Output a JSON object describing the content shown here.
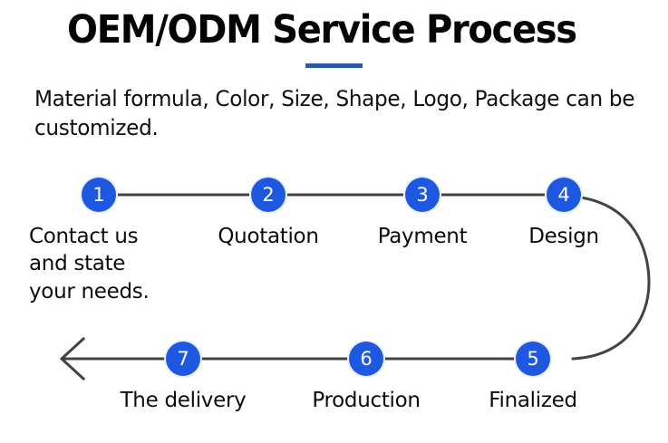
{
  "header": {
    "title": "OEM/ODM Service Process",
    "subtitle": "Material formula, Color, Size, Shape, Logo, Package can be customized.",
    "accent_color": "#2d5aa6"
  },
  "theme": {
    "node_color": "#1f58e0",
    "node_text_color": "#ffffff",
    "connector_color": "#434343",
    "background": "#ffffff",
    "text_color": "#0b0b0b"
  },
  "flow": {
    "direction_note": "left-to-right on top row, wraps right-side down, then right-to-left on bottom row ending with arrow",
    "steps": [
      {
        "number": "1",
        "label": "Contact us\nand state\nyour needs."
      },
      {
        "number": "2",
        "label": "Quotation"
      },
      {
        "number": "3",
        "label": "Payment"
      },
      {
        "number": "4",
        "label": "Design"
      },
      {
        "number": "5",
        "label": "Finalized"
      },
      {
        "number": "6",
        "label": "Production"
      },
      {
        "number": "7",
        "label": "The delivery"
      }
    ]
  }
}
